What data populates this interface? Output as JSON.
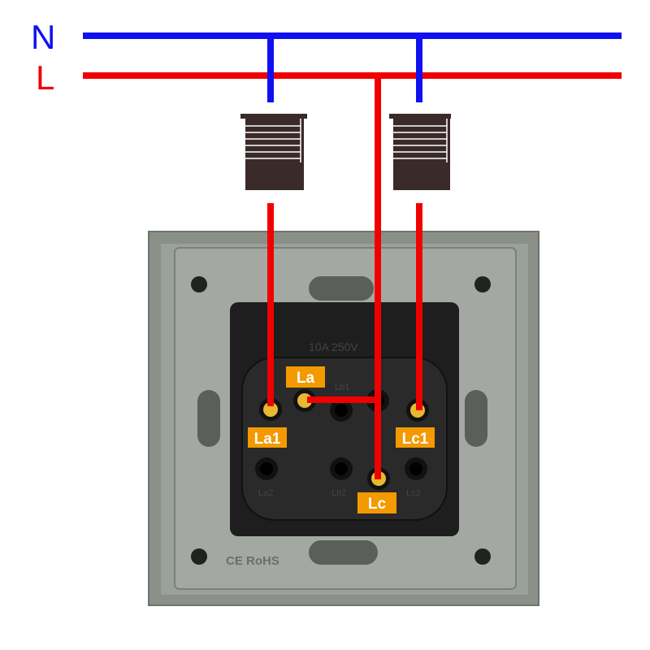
{
  "lines": {
    "neutral": {
      "label": "N",
      "color": "#1010f0"
    },
    "live": {
      "label": "L",
      "color": "#f00000"
    }
  },
  "terminals": {
    "la": "La",
    "la1": "La1",
    "lc1": "Lc1",
    "lc": "Lc",
    "label_color": "#f39a00"
  },
  "embossed": {
    "rating": "10A 250V",
    "lb1": "Lb1",
    "la2": "La2",
    "lb2": "Lb2",
    "lc2": "Lc2",
    "cert": "CE RoHS"
  },
  "colors": {
    "lamp": "#3a2a2a",
    "plate": "#8c918a",
    "module": "#1e1e1e"
  }
}
